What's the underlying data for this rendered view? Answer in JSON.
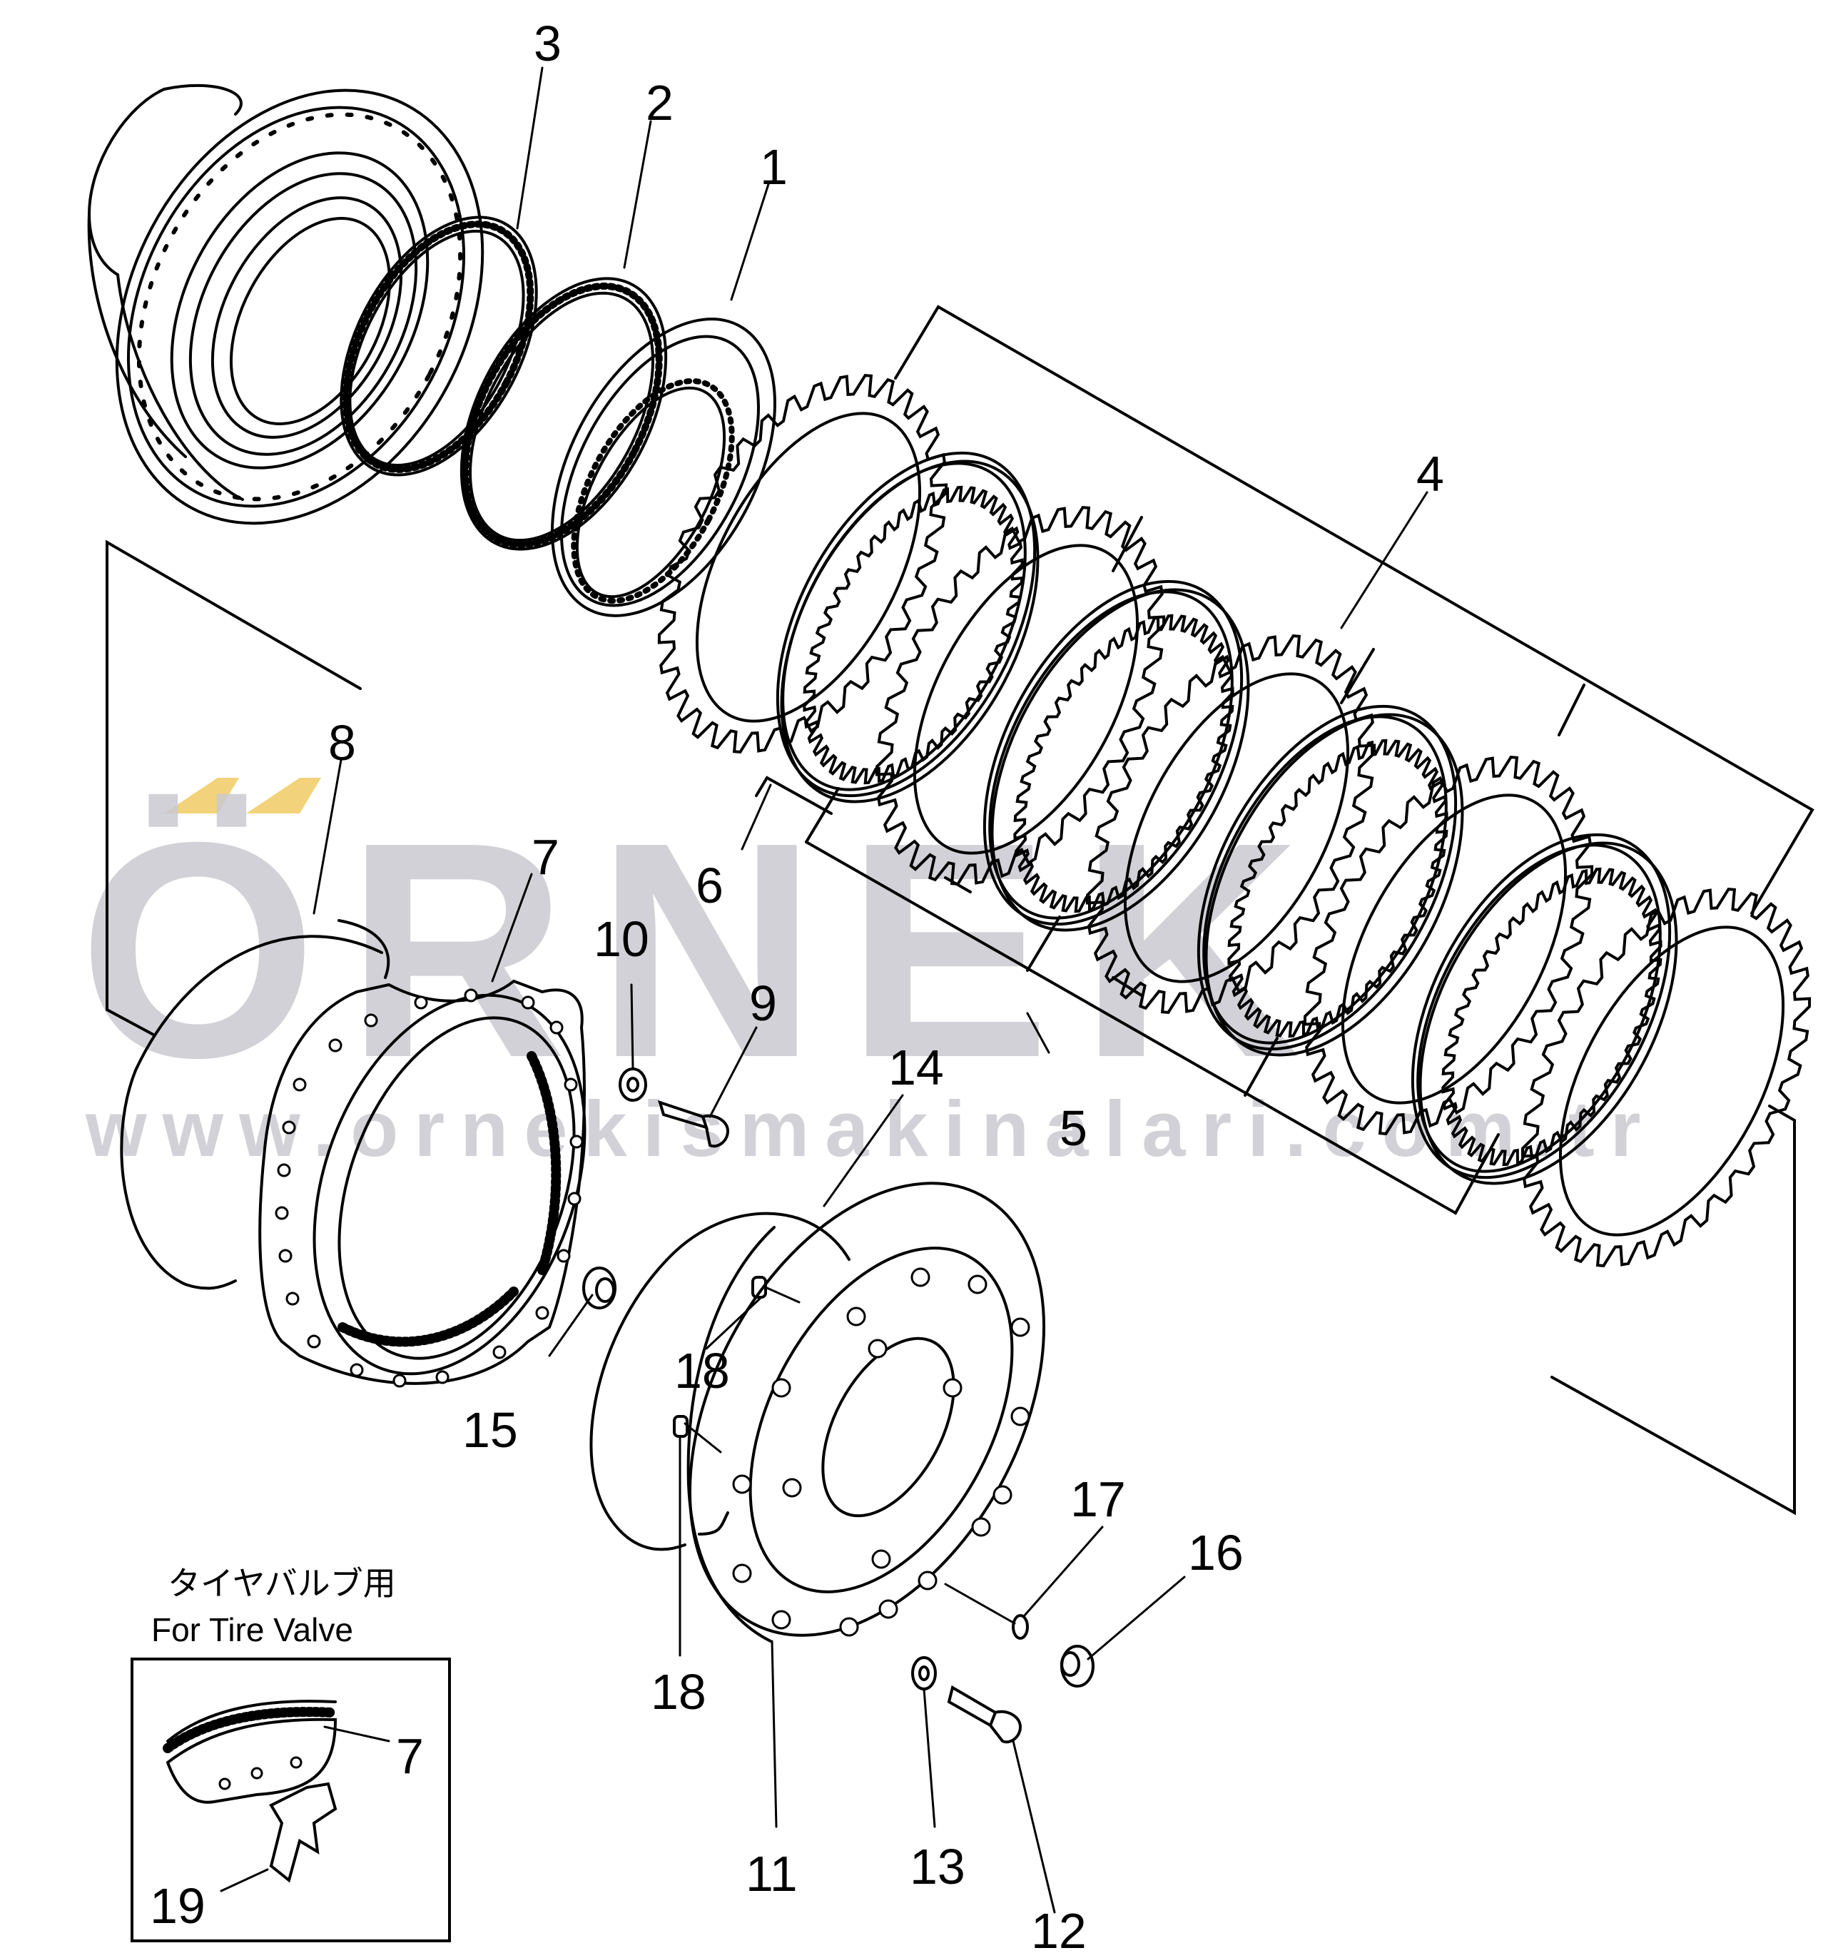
{
  "diagram": {
    "part_callouts": [
      "1",
      "2",
      "3",
      "4",
      "5",
      "6",
      "7",
      "8",
      "9",
      "10",
      "11",
      "12",
      "13",
      "14",
      "15",
      "16",
      "17",
      "18",
      "18",
      "19"
    ],
    "inset": {
      "caption_jp": "タイヤバルブ用",
      "caption_en": "For Tire Valve",
      "callouts": [
        "7",
        "19"
      ]
    }
  },
  "watermark": {
    "brand": "ÖRNEK",
    "url": "www.ornekismakinalari.com.tr",
    "color": "#c9c9d0",
    "accent_color": "#f2d27a"
  },
  "colors": {
    "line": "#000000",
    "background": "#ffffff"
  }
}
